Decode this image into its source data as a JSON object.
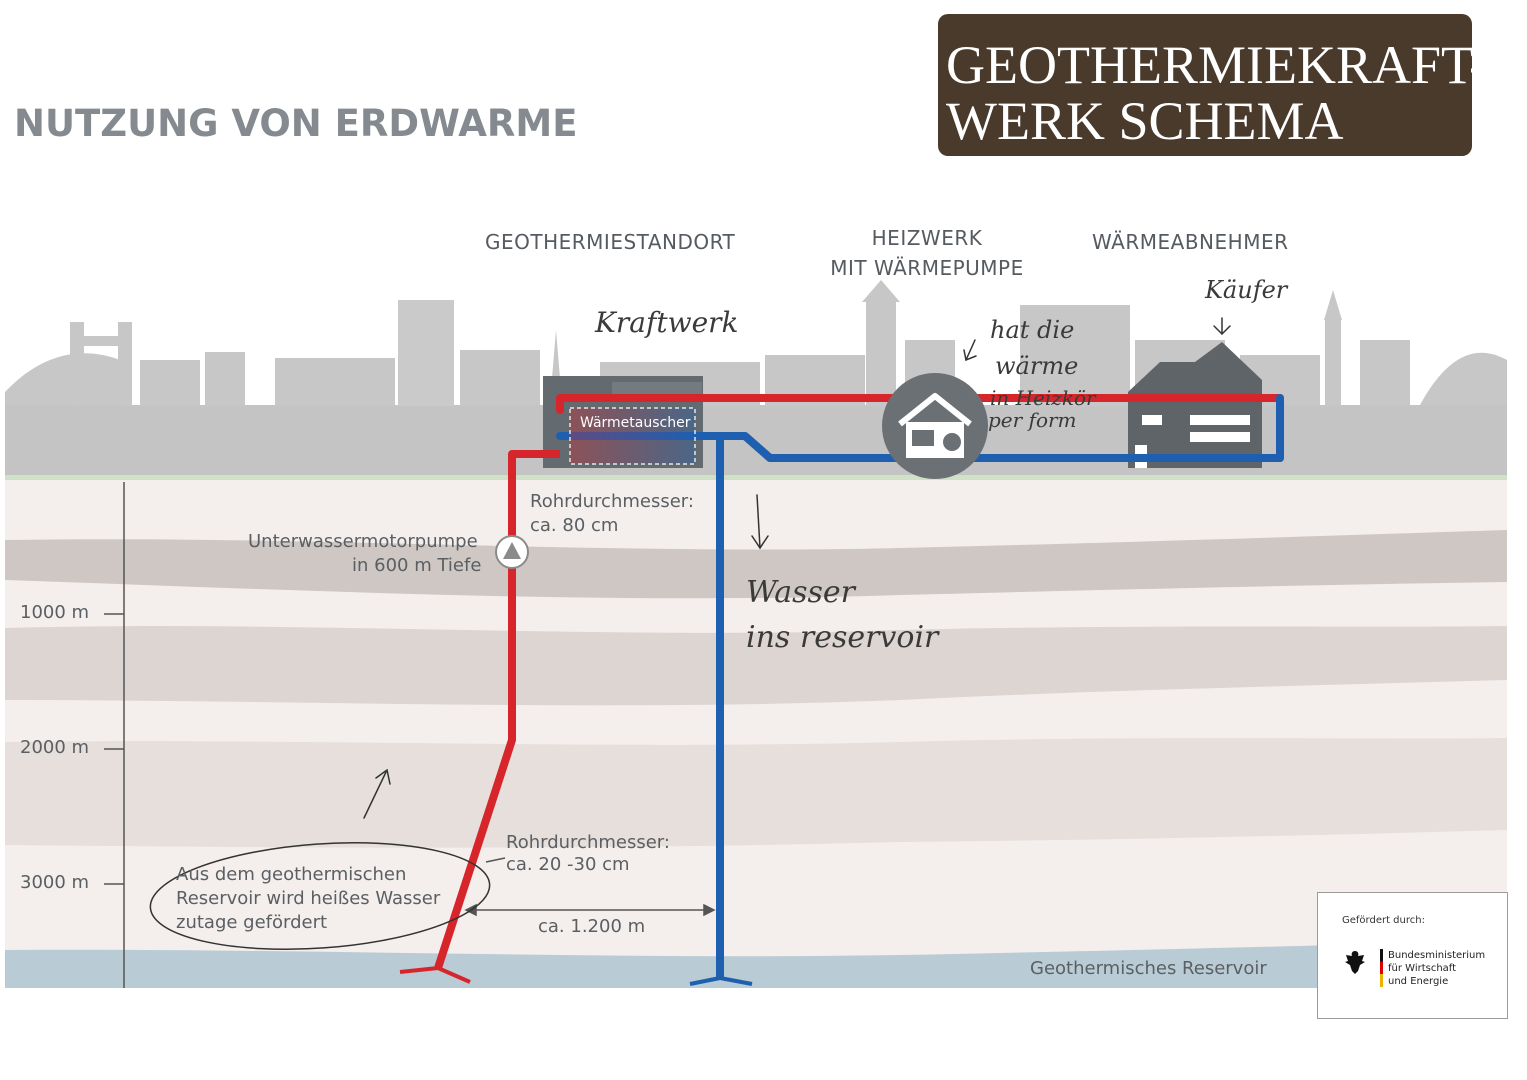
{
  "title": "NUTZUNG VON ERDWARME",
  "title_box": {
    "line1": "GEOTHERMIEKRAFT-",
    "line2": "WERK SCHEMA"
  },
  "headers": {
    "site": "GEOTHERMIESTANDORT",
    "heating_line1": "HEIZWERK",
    "heating_line2": "MIT WÄRMEPUMPE",
    "consumer": "WÄRMEABNEHMER"
  },
  "heat_exchanger": "Wärmetauscher",
  "labels": {
    "pipe_diameter_top_1": "Rohrdurchmesser:",
    "pipe_diameter_top_2": "ca. 80 cm",
    "pump_1": "Unterwassermotorpumpe",
    "pump_2": "in 600 m Tiefe",
    "pipe_diameter_bottom_1": "Rohrdurchmesser:",
    "pipe_diameter_bottom_2": "ca. 20 -30 cm",
    "hot_water_1": "Aus dem geothermischen",
    "hot_water_2": "Reservoir wird heißes Wasser",
    "hot_water_3": "zutage gefördert",
    "distance": "ca. 1.200 m",
    "reservoir": "Geothermisches Reservoir"
  },
  "depths": [
    "1000 m",
    "2000 m",
    "3000 m"
  ],
  "handwritten": {
    "kraftwerk": "Kraftwerk",
    "kaeufer": "Käufer",
    "waerme_1": "hat die",
    "waerme_2": "wärme",
    "waerme_3": "in Heizkör",
    "waerme_4": "per form",
    "wasser_1": "Wasser",
    "wasser_2": "ins reservoir"
  },
  "funder": {
    "heading": "Gefördert durch:",
    "line1": "Bundesministerium",
    "line2": "für Wirtschaft",
    "line3": "und Energie"
  },
  "colors": {
    "hot": "#d7262b",
    "cold": "#1f5fb0",
    "brown_box": "#4a3a2b"
  }
}
